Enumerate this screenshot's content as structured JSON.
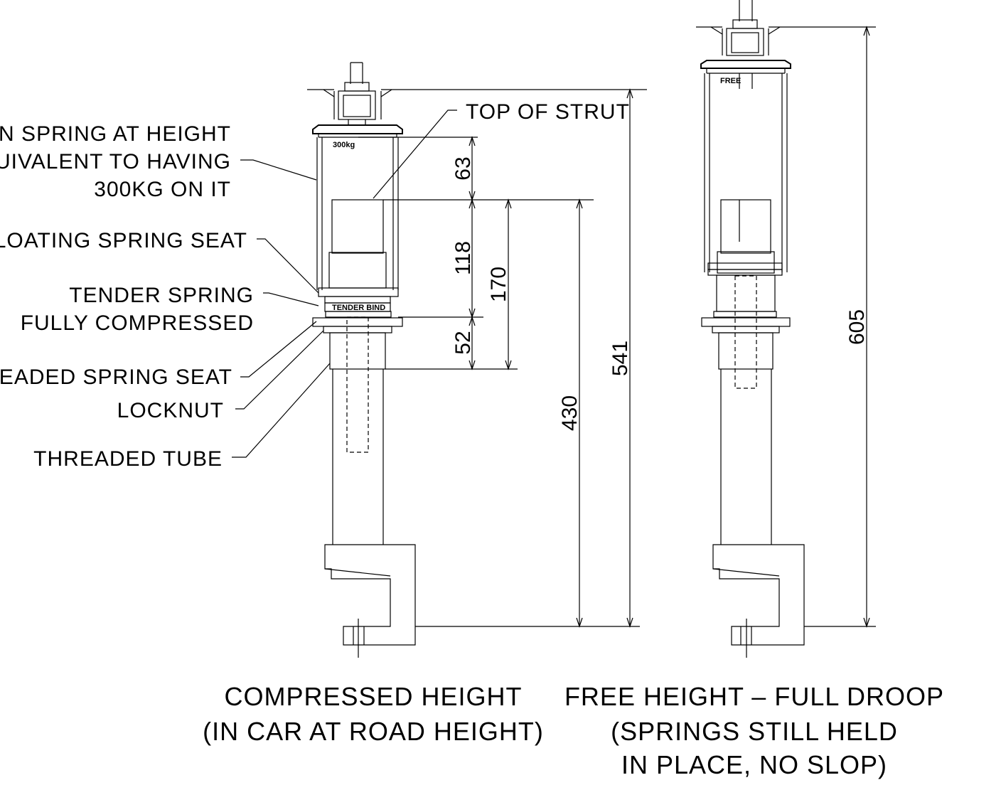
{
  "labels": {
    "main_spring_1": "MAIN SPRING AT HEIGHT",
    "main_spring_2": "EQUIVALENT TO HAVING",
    "main_spring_3": "300KG ON IT",
    "floating_seat": "FLOATING SPRING SEAT",
    "tender_1": "TENDER SPRING",
    "tender_2": "FULLY COMPRESSED",
    "threaded_seat": "THREADED SPRING SEAT",
    "locknut": "LOCKNUT",
    "threaded_tube": "THREADED TUBE",
    "top_of_strut": "TOP OF STRUT",
    "weight_marking": "300kg",
    "free_marking": "FREE",
    "tender_marking": "TENDER BIND"
  },
  "dimensions": {
    "d63": "63",
    "d118": "118",
    "d170": "170",
    "d52": "52",
    "d430": "430",
    "d541": "541",
    "d605": "605"
  },
  "captions": {
    "left_1": "COMPRESSED HEIGHT",
    "left_2": "(IN CAR AT ROAD HEIGHT)",
    "right_1": "FREE HEIGHT – FULL DROOP",
    "right_2": "(SPRINGS STILL HELD",
    "right_3": "IN PLACE, NO SLOP)"
  }
}
